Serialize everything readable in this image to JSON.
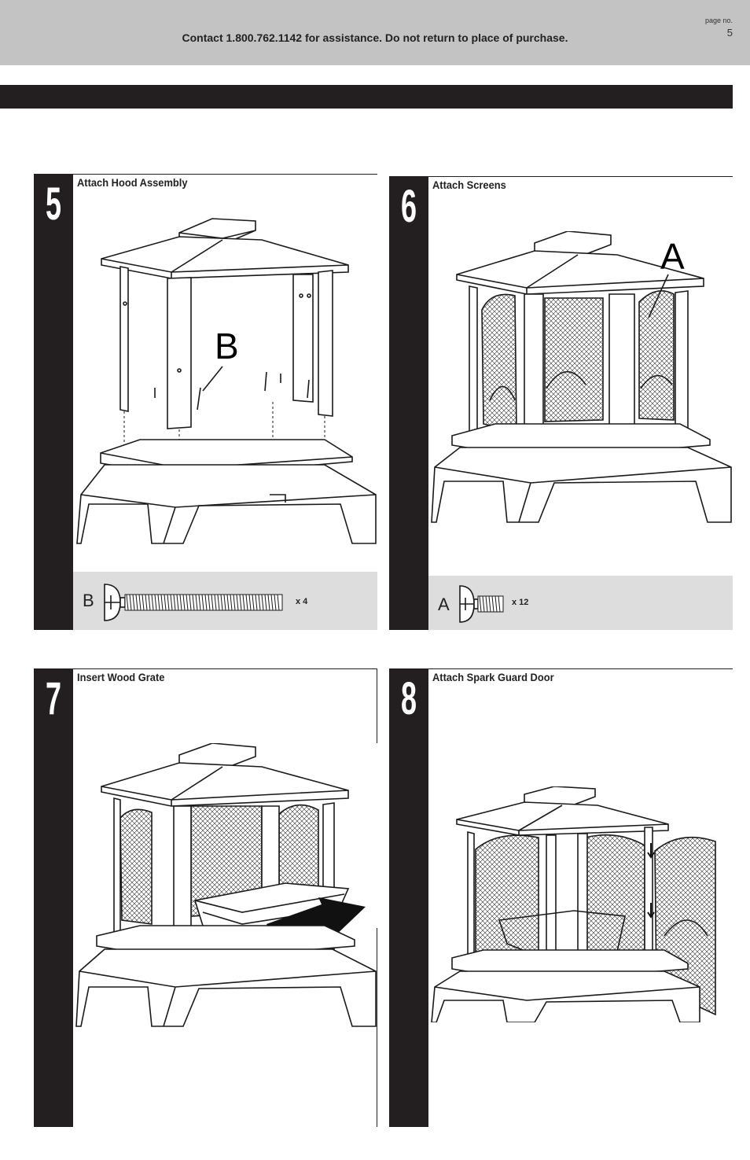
{
  "header": {
    "contact": "Contact 1.800.762.1142 for assistance. Do not return to place of purchase.",
    "page_label": "page no.",
    "page_number": "5"
  },
  "steps": [
    {
      "number": "5",
      "title": "Attach Hood Assembly",
      "callout": "B",
      "part": {
        "letter": "B",
        "qty": "x 4"
      }
    },
    {
      "number": "6",
      "title": "Attach Screens",
      "callout": "A",
      "part": {
        "letter": "A",
        "qty": "x 12"
      }
    },
    {
      "number": "7",
      "title": "Insert Wood Grate"
    },
    {
      "number": "8",
      "title": "Attach Spark Guard Door"
    }
  ]
}
